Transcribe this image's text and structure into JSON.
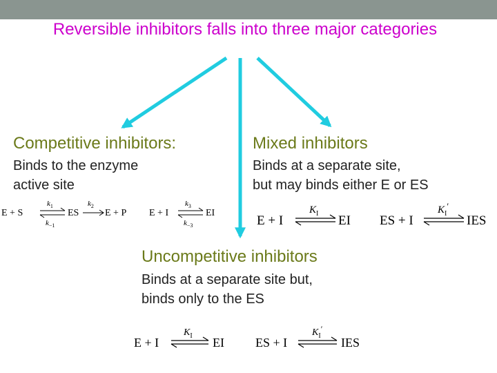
{
  "colors": {
    "top_bar": "#8a9590",
    "title": "#cc00cc",
    "heading": "#6b7a1a",
    "arrow": "#20cce0",
    "body_text": "#222222"
  },
  "title": "Reversible inhibitors falls into three major categories",
  "competitive": {
    "heading": "Competitive inhibitors:",
    "desc_line1": "Binds to the enzyme",
    "desc_line2": "active site",
    "eq1": {
      "left": "E + S",
      "k_fwd": "k",
      "k_fwd_sub": "1",
      "k_rev": "k",
      "k_rev_sub": "−1",
      "middle": "ES",
      "k_cat": "k",
      "k_cat_sub": "2",
      "right": "E + P"
    },
    "eq2": {
      "left": "E + I",
      "k_fwd": "k",
      "k_fwd_sub": "3",
      "k_rev": "k",
      "k_rev_sub": "−3",
      "right": "EI"
    }
  },
  "mixed": {
    "heading": "Mixed inhibitors",
    "desc_line1": "Binds at a separate site,",
    "desc_line2": "but may binds either E or ES",
    "eq1": {
      "left": "E + I",
      "const": "K",
      "const_sub": "I",
      "right": "EI"
    },
    "eq2": {
      "left": "ES + I",
      "const": "K",
      "const_sub": "I",
      "prime": "′",
      "right": "IES"
    }
  },
  "uncompetitive": {
    "heading": "Uncompetitive inhibitors",
    "desc_line1": "Binds at a separate site but,",
    "desc_line2": "binds only to the ES",
    "eq1": {
      "left": "E + I",
      "const": "K",
      "const_sub": "I",
      "right": "EI"
    },
    "eq2": {
      "left": "ES + I",
      "const": "K",
      "const_sub": "I",
      "prime": "′",
      "right": "IES"
    }
  }
}
